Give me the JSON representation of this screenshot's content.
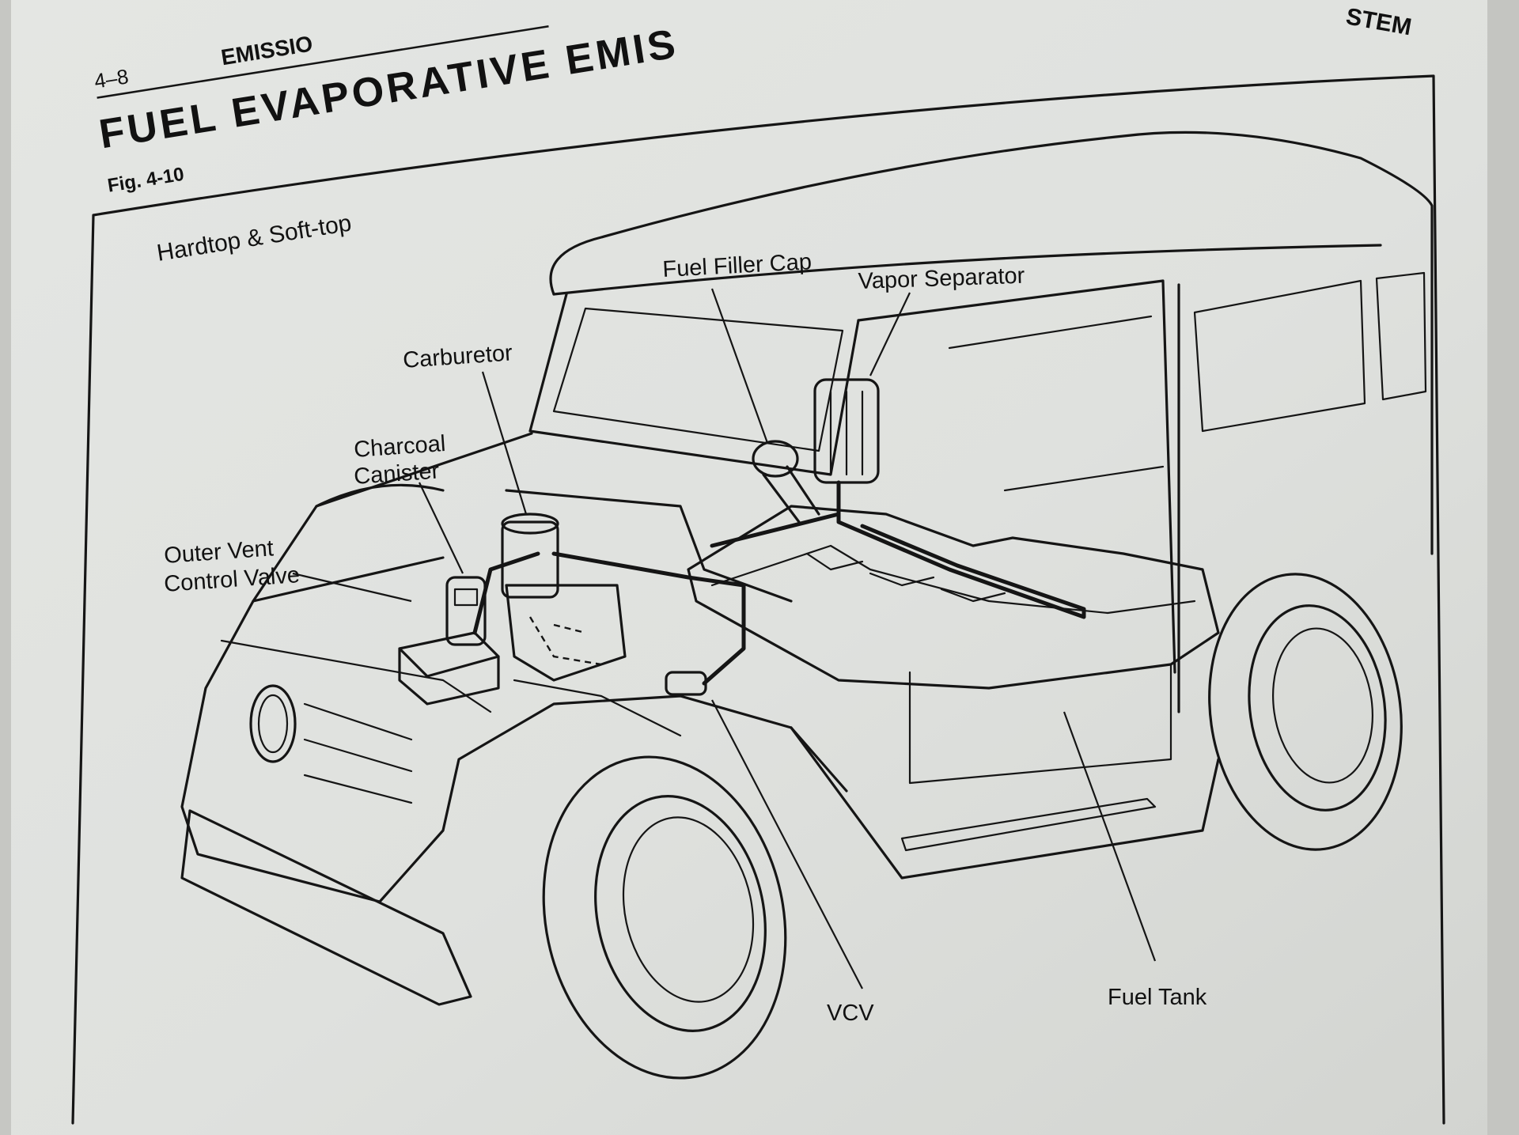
{
  "page": {
    "page_number": "4–8",
    "running_header": "EMISSIO",
    "running_header_right": "STEM",
    "section_title": "FUEL EVAPORATIVE EMIS",
    "figure_number": "Fig. 4-10",
    "figure_subtitle": "Hardtop & Soft-top"
  },
  "labels": {
    "fuel_filler_cap": "Fuel Filler Cap",
    "vapor_separator": "Vapor Separator",
    "carburetor": "Carburetor",
    "charcoal_canister_line1": "Charcoal",
    "charcoal_canister_line2": "Canister",
    "outer_vent_line1": "Outer Vent",
    "outer_vent_line2": "Control Valve",
    "vcv": "VCV",
    "fuel_tank": "Fuel Tank"
  }
}
